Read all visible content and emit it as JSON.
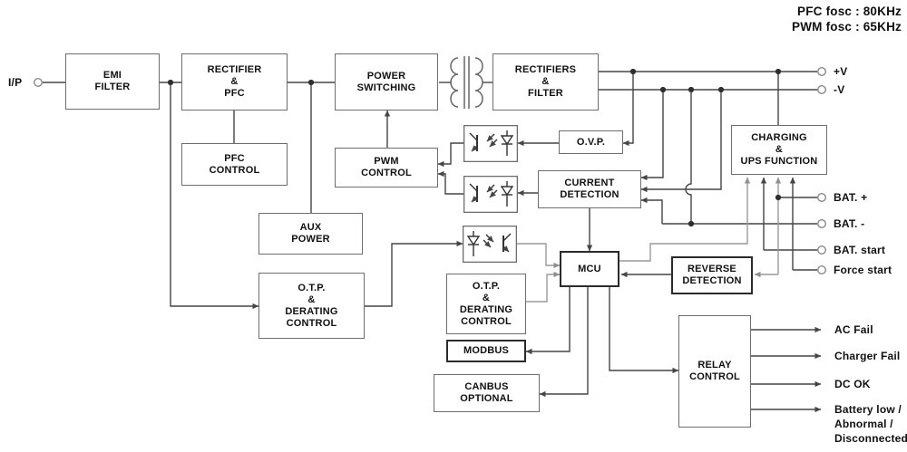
{
  "annotations": {
    "pfc_fosc": "PFC fosc : 80KHz",
    "pwm_fosc": "PWM fosc : 65KHz"
  },
  "input_terminal": {
    "label": "I/P"
  },
  "blocks": {
    "emi_filter": {
      "label": "EMI\nFILTER"
    },
    "rectifier_pfc": {
      "label": "RECTIFIER\n&\nPFC"
    },
    "pfc_control": {
      "label": "PFC\nCONTROL"
    },
    "power_switching": {
      "label": "POWER\nSWITCHING"
    },
    "pwm_control": {
      "label": "PWM\nCONTROL"
    },
    "rectifiers_filter": {
      "label": "RECTIFIERS\n&\nFILTER"
    },
    "ovp": {
      "label": "O.V.P."
    },
    "current_detection": {
      "label": "CURRENT\nDETECTION"
    },
    "aux_power": {
      "label": "AUX\nPOWER"
    },
    "otp_derating_left": {
      "label": "O.T.P.\n&\nDERATING\nCONTROL"
    },
    "otp_derating_mid": {
      "label": "O.T.P.\n&\nDERATING\nCONTROL"
    },
    "modbus": {
      "label": "MODBUS"
    },
    "canbus": {
      "label": "CANBUS\nOPTIONAL"
    },
    "mcu": {
      "label": "MCU"
    },
    "reverse_detection": {
      "label": "REVERSE\nDETECTION"
    },
    "charging_ups": {
      "label": "CHARGING\n&\nUPS FUNCTION"
    },
    "relay_control": {
      "label": "RELAY\nCONTROL"
    }
  },
  "output_terminals": [
    {
      "label": "+V"
    },
    {
      "label": "-V"
    },
    {
      "label": "BAT. +"
    },
    {
      "label": "BAT. -"
    },
    {
      "label": "BAT. start"
    },
    {
      "label": "Force start"
    }
  ],
  "relay_outputs": [
    {
      "label": "AC Fail"
    },
    {
      "label": "Charger Fail"
    },
    {
      "label": "DC OK"
    },
    {
      "label": "Battery low /\nAbnormal /\nDisconnected"
    }
  ],
  "colors": {
    "background": "#ffffff",
    "wire": "#454545",
    "wire_light": "#999999",
    "box_border": "#6e6e6e",
    "box_border_bold": "#2b2b2b",
    "text": "#111111"
  }
}
